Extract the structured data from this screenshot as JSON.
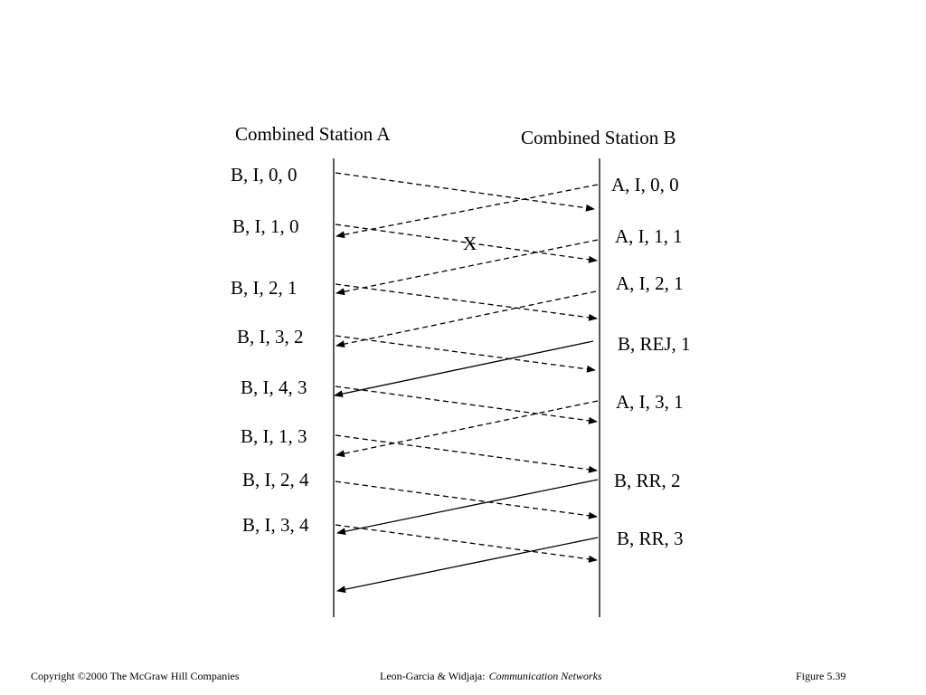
{
  "stations": {
    "a_title": "Combined Station A",
    "b_title": "Combined Station B"
  },
  "frames_a": [
    "B, I, 0, 0",
    "B, I, 1, 0",
    "B, I, 2, 1",
    "B, I, 3, 2",
    "B, I, 4, 3",
    "B, I, 1, 3",
    "B, I, 2, 4",
    "B, I, 3, 4"
  ],
  "frames_b": [
    "A, I, 0, 0",
    "A, I, 1, 1",
    "A, I, 2, 1",
    "B, REJ, 1",
    "A, I, 3, 1",
    "B, RR, 2",
    "B, RR, 3"
  ],
  "loss_mark": "X",
  "footer": {
    "copyright": "Copyright ©2000 The McGraw Hill Companies",
    "authors": "Leon-Garcia & Widjaja:",
    "book": "Communication Networks",
    "figure": "Figure 5.39"
  }
}
